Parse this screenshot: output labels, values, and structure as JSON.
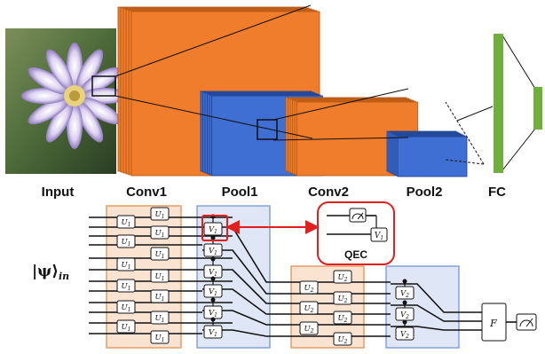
{
  "top": {
    "labels": {
      "input": "Input",
      "conv1": "Conv1",
      "pool1": "Pool1",
      "conv2": "Conv2",
      "pool2": "Pool2",
      "fc": "FC"
    },
    "colors": {
      "conv": "#ef7d2c",
      "conv_edge": "#b35512",
      "pool": "#3f6fd2",
      "pool_edge": "#1d3f8f",
      "fc": "#6fb03d"
    }
  },
  "circuit": {
    "input_state": "|ψ⟩",
    "input_state_sub": "in",
    "qec_label": "QEC",
    "gates": {
      "u1": "U",
      "u1_sub": "1",
      "u2": "U",
      "u2_sub": "2",
      "v1": "V",
      "v1_sub": "1",
      "v2": "V",
      "v2_sub": "2",
      "f": "F"
    },
    "colors": {
      "conv_region": "#fbe3d2",
      "conv_region_edge": "#e08a4e",
      "pool_region": "#dfe6f6",
      "pool_region_edge": "#6b8ed6",
      "highlight": "#e0201e"
    }
  }
}
